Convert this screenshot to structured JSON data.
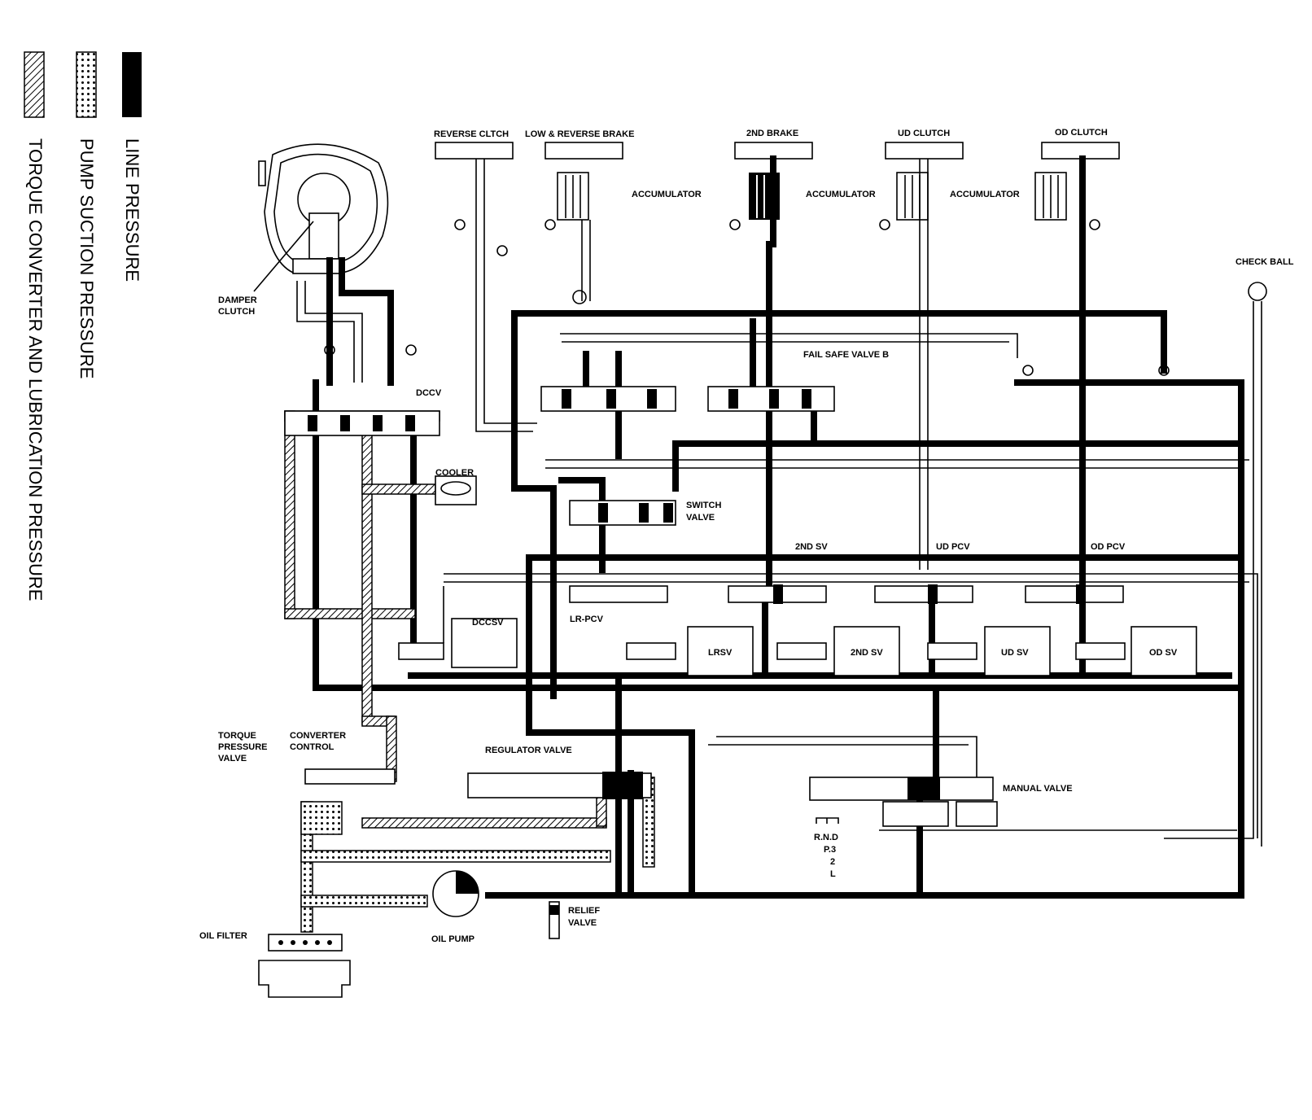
{
  "legend": {
    "line_pressure": "LINE PRESSURE",
    "pump_suction": "PUMP SUCTION PRESSURE",
    "torque_converter": "TORQUE CONVERTER AND LUBRICATION PRESSURE"
  },
  "labels": {
    "reverse_clutch": "REVERSE CLTCH",
    "low_reverse_brake": "LOW & REVERSE BRAKE",
    "second_brake": "2ND BRAKE",
    "ud_clutch": "UD CLUTCH",
    "od_clutch": "OD CLUTCH",
    "accumulator_1": "ACCUMULATOR",
    "accumulator_2": "ACCUMULATOR",
    "accumulator_3": "ACCUMULATOR",
    "check_ball": "CHECK BALL",
    "damper_clutch_1": "DAMPER",
    "damper_clutch_2": "CLUTCH",
    "fail_safe": "FAIL SAFE VALVE B",
    "dccv": "DCCV",
    "cooler": "COOLER",
    "switch_valve_1": "SWITCH",
    "switch_valve_2": "VALVE",
    "second_sv_top": "2ND SV",
    "ud_pcv": "UD PCV",
    "od_pcv": "OD PCV",
    "dccsv": "DCCSV",
    "lr_pcv": "LR-PCV",
    "lrsv": "LRSV",
    "second_sv": "2ND SV",
    "ud_sv": "UD SV",
    "od_sv": "OD SV",
    "torque_pressure_1": "TORQUE",
    "torque_pressure_2": "PRESSURE",
    "torque_pressure_3": "VALVE",
    "converter_control_1": "CONVERTER",
    "converter_control_2": "CONTROL",
    "regulator_valve": "REGULATOR VALVE",
    "manual_valve": "MANUAL VALVE",
    "range_1": "R.N.D",
    "range_2": "P.3",
    "range_3": "2",
    "range_4": "L",
    "relief_1": "RELIEF",
    "relief_2": "VALVE",
    "oil_filter": "OIL FILTER",
    "oil_pump": "OIL PUMP"
  }
}
